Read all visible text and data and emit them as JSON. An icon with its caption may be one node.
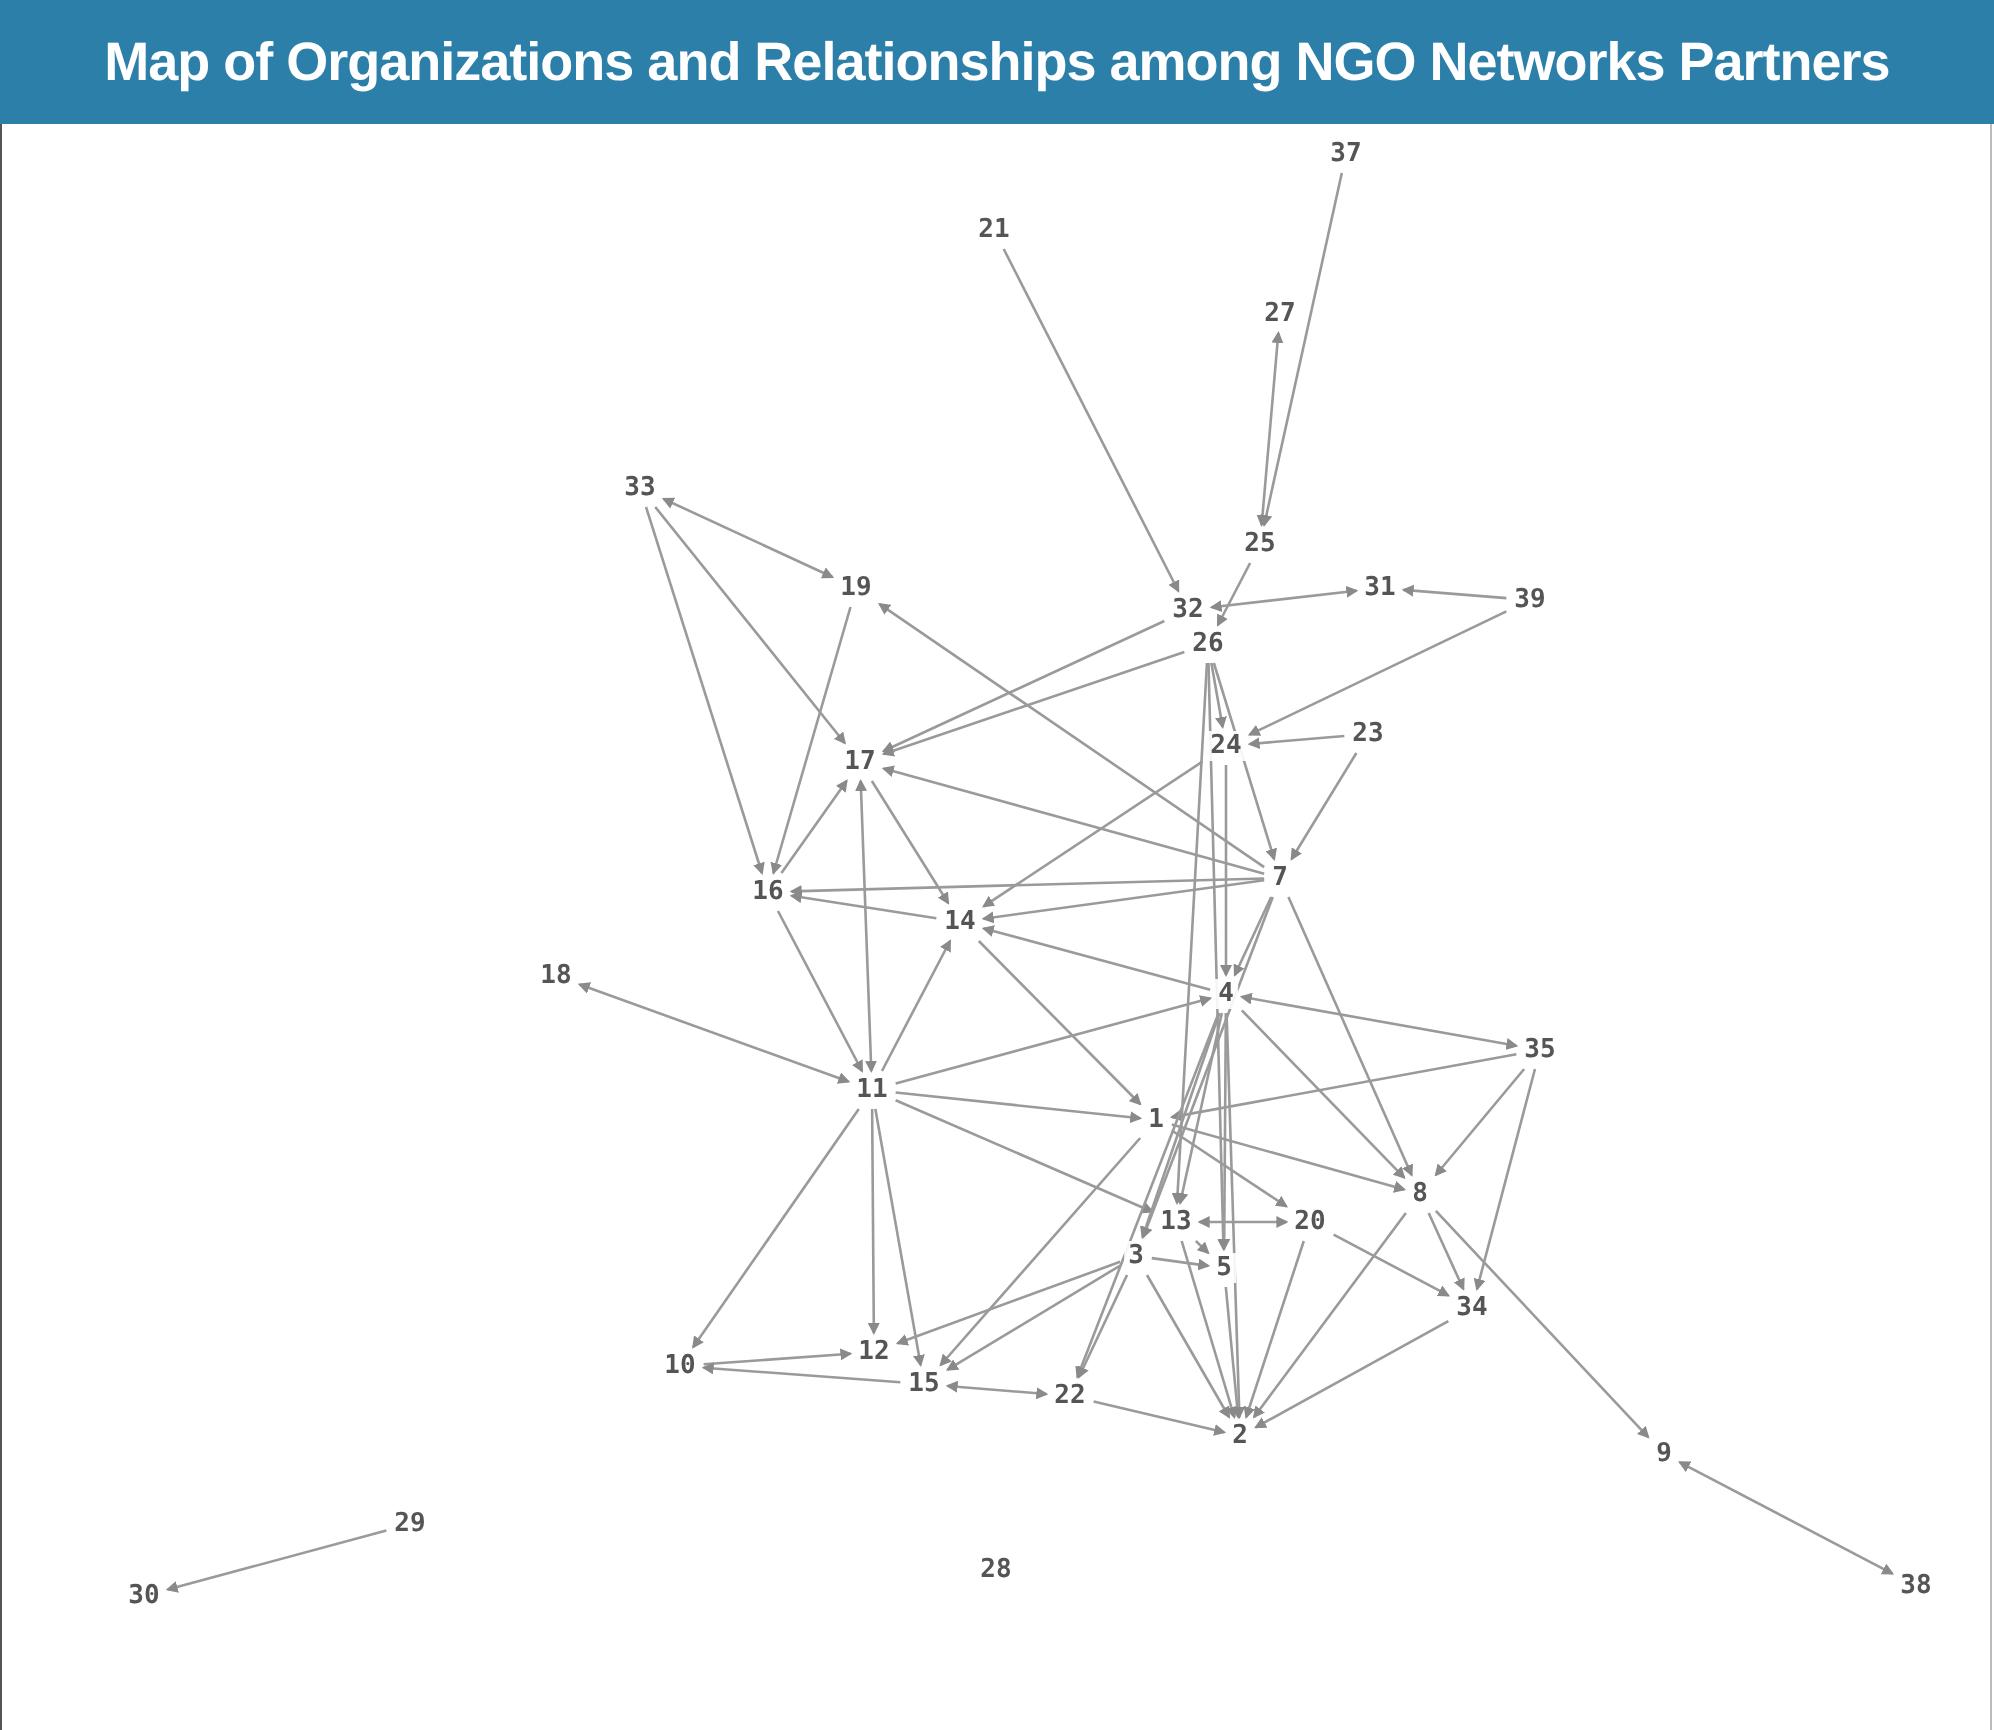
{
  "diagram": {
    "title": "Map of Organizations and Relationships among NGO Networks Partners",
    "nodes": [
      {
        "text": [
          "37"
        ]
      },
      {
        "text": [
          "21"
        ]
      },
      {
        "text": [
          "27"
        ]
      },
      {
        "text": [
          "33"
        ]
      },
      {
        "text": [
          "25"
        ]
      },
      {
        "text": [
          "19"
        ]
      },
      {
        "text": [
          "32"
        ]
      },
      {
        "text": [
          "31"
        ]
      },
      {
        "text": [
          "39"
        ]
      },
      {
        "text": [
          "26"
        ]
      },
      {
        "text": [
          "17"
        ]
      },
      {
        "text": [
          "24"
        ]
      },
      {
        "text": [
          "23"
        ]
      },
      {
        "text": [
          "16"
        ]
      },
      {
        "text": [
          "14"
        ]
      },
      {
        "text": [
          "7"
        ]
      },
      {
        "text": [
          "18"
        ]
      },
      {
        "text": [
          "4"
        ]
      },
      {
        "text": [
          "35"
        ]
      },
      {
        "text": [
          "11"
        ]
      },
      {
        "text": [
          "1"
        ]
      },
      {
        "text": [
          "13"
        ]
      },
      {
        "text": [
          "3"
        ]
      },
      {
        "text": [
          "20"
        ]
      },
      {
        "text": [
          "8"
        ]
      },
      {
        "text": [
          "5"
        ]
      },
      {
        "text": [
          "34"
        ]
      },
      {
        "text": [
          "10"
        ]
      },
      {
        "text": [
          "12"
        ]
      },
      {
        "text": [
          "15"
        ]
      },
      {
        "text": [
          "22"
        ]
      },
      {
        "text": [
          "2"
        ]
      },
      {
        "text": [
          "9"
        ]
      },
      {
        "text": [
          "29"
        ]
      },
      {
        "text": [
          "30"
        ]
      },
      {
        "text": [
          "28"
        ]
      },
      {
        "text": [
          "38"
        ]
      }
    ],
    "edges": [
      {
        "from": 1,
        "to": 6,
        "arrow": "to"
      },
      {
        "from": 0,
        "to": 4,
        "arrow": "to"
      },
      {
        "from": 2,
        "to": 4,
        "arrow": "both"
      },
      {
        "from": 3,
        "to": 5,
        "arrow": "both"
      },
      {
        "from": 3,
        "to": 13,
        "arrow": "to"
      },
      {
        "from": 3,
        "to": 10,
        "arrow": "to"
      },
      {
        "from": 5,
        "to": 13,
        "arrow": "to"
      },
      {
        "from": 15,
        "to": 5,
        "arrow": "to"
      },
      {
        "from": 6,
        "to": 7,
        "arrow": "both"
      },
      {
        "from": 8,
        "to": 7,
        "arrow": "to"
      },
      {
        "from": 6,
        "to": 10,
        "arrow": "to"
      },
      {
        "from": 9,
        "to": 10,
        "arrow": "to"
      },
      {
        "from": 9,
        "to": 11,
        "arrow": "to"
      },
      {
        "from": 8,
        "to": 11,
        "arrow": "to"
      },
      {
        "from": 12,
        "to": 11,
        "arrow": "to"
      },
      {
        "from": 11,
        "to": 14,
        "arrow": "to"
      },
      {
        "from": 15,
        "to": 10,
        "arrow": "to"
      },
      {
        "from": 10,
        "to": 14,
        "arrow": "to"
      },
      {
        "from": 19,
        "to": 10,
        "arrow": "both"
      },
      {
        "from": 13,
        "to": 10,
        "arrow": "to"
      },
      {
        "from": 15,
        "to": 13,
        "arrow": "to"
      },
      {
        "from": 14,
        "to": 13,
        "arrow": "to"
      },
      {
        "from": 13,
        "to": 19,
        "arrow": "to"
      },
      {
        "from": 15,
        "to": 14,
        "arrow": "to"
      },
      {
        "from": 17,
        "to": 14,
        "arrow": "to"
      },
      {
        "from": 14,
        "to": 20,
        "arrow": "to"
      },
      {
        "from": 19,
        "to": 14,
        "arrow": "to"
      },
      {
        "from": 16,
        "to": 19,
        "arrow": "both"
      },
      {
        "from": 19,
        "to": 17,
        "arrow": "to"
      },
      {
        "from": 19,
        "to": 20,
        "arrow": "to"
      },
      {
        "from": 19,
        "to": 21,
        "arrow": "to"
      },
      {
        "from": 19,
        "to": 27,
        "arrow": "to"
      },
      {
        "from": 19,
        "to": 28,
        "arrow": "to"
      },
      {
        "from": 19,
        "to": 29,
        "arrow": "to"
      },
      {
        "from": 18,
        "to": 17,
        "arrow": "both"
      },
      {
        "from": 18,
        "to": 20,
        "arrow": "to"
      },
      {
        "from": 18,
        "to": 26,
        "arrow": "to"
      },
      {
        "from": 18,
        "to": 24,
        "arrow": "to"
      },
      {
        "from": 17,
        "to": 21,
        "arrow": "to"
      },
      {
        "from": 17,
        "to": 22,
        "arrow": "to"
      },
      {
        "from": 17,
        "to": 25,
        "arrow": "to"
      },
      {
        "from": 17,
        "to": 31,
        "arrow": "to"
      },
      {
        "from": 17,
        "to": 30,
        "arrow": "to"
      },
      {
        "from": 9,
        "to": 25,
        "arrow": "to"
      },
      {
        "from": 9,
        "to": 21,
        "arrow": "to"
      },
      {
        "from": 15,
        "to": 22,
        "arrow": "to"
      },
      {
        "from": 15,
        "to": 24,
        "arrow": "to"
      },
      {
        "from": 17,
        "to": 24,
        "arrow": "to"
      },
      {
        "from": 20,
        "to": 24,
        "arrow": "to"
      },
      {
        "from": 20,
        "to": 23,
        "arrow": "to"
      },
      {
        "from": 21,
        "to": 23,
        "arrow": "both"
      },
      {
        "from": 24,
        "to": 26,
        "arrow": "to"
      },
      {
        "from": 23,
        "to": 26,
        "arrow": "to"
      },
      {
        "from": 24,
        "to": 32,
        "arrow": "to"
      },
      {
        "from": 32,
        "to": 36,
        "arrow": "both"
      },
      {
        "from": 24,
        "to": 31,
        "arrow": "to"
      },
      {
        "from": 23,
        "to": 31,
        "arrow": "to"
      },
      {
        "from": 26,
        "to": 31,
        "arrow": "to"
      },
      {
        "from": 22,
        "to": 29,
        "arrow": "to"
      },
      {
        "from": 22,
        "to": 28,
        "arrow": "to"
      },
      {
        "from": 20,
        "to": 29,
        "arrow": "to"
      },
      {
        "from": 22,
        "to": 30,
        "arrow": "to"
      },
      {
        "from": 22,
        "to": 31,
        "arrow": "to"
      },
      {
        "from": 21,
        "to": 31,
        "arrow": "to"
      },
      {
        "from": 25,
        "to": 31,
        "arrow": "to"
      },
      {
        "from": 21,
        "to": 25,
        "arrow": "to"
      },
      {
        "from": 22,
        "to": 25,
        "arrow": "to"
      },
      {
        "from": 27,
        "to": 28,
        "arrow": "to"
      },
      {
        "from": 29,
        "to": 27,
        "arrow": "to"
      },
      {
        "from": 29,
        "to": 30,
        "arrow": "both"
      },
      {
        "from": 30,
        "to": 31,
        "arrow": "to"
      },
      {
        "from": 33,
        "to": 34,
        "arrow": "to"
      },
      {
        "from": 15,
        "to": 17,
        "arrow": "to"
      },
      {
        "from": 11,
        "to": 17,
        "arrow": "to"
      },
      {
        "from": 9,
        "to": 15,
        "arrow": "to"
      },
      {
        "from": 4,
        "to": 9,
        "arrow": "to"
      },
      {
        "from": 12,
        "to": 15,
        "arrow": "to"
      }
    ]
  }
}
